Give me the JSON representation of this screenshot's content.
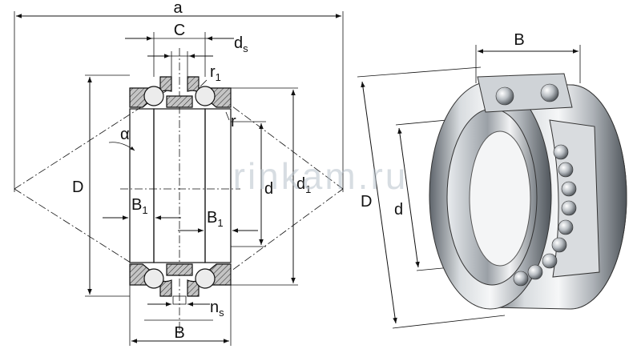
{
  "labels": {
    "a": "a",
    "C": "C",
    "ds_main": "d",
    "ds_sub": "s",
    "r1_main": "r",
    "r1_sub": "1",
    "r": "r",
    "alpha": "α",
    "D_left": "D",
    "d_left": "d",
    "d1_main": "d",
    "d1_sub": "1",
    "B1_left_main": "B",
    "B1_left_sub": "1",
    "B1_right_main": "B",
    "B1_right_sub": "1",
    "ns_main": "n",
    "ns_sub": "s",
    "B_bottom": "B",
    "B_iso": "B",
    "D_iso": "D",
    "d_iso": "d"
  },
  "watermark": "rinkam.ru",
  "colors": {
    "line": "#111111",
    "hatch_fill": "#b9b9b9",
    "ball_fill": "#e6e6e6",
    "metal_light": "#eef0f2",
    "metal_mid": "#b7bcc2",
    "metal_dark": "#6d737a"
  }
}
